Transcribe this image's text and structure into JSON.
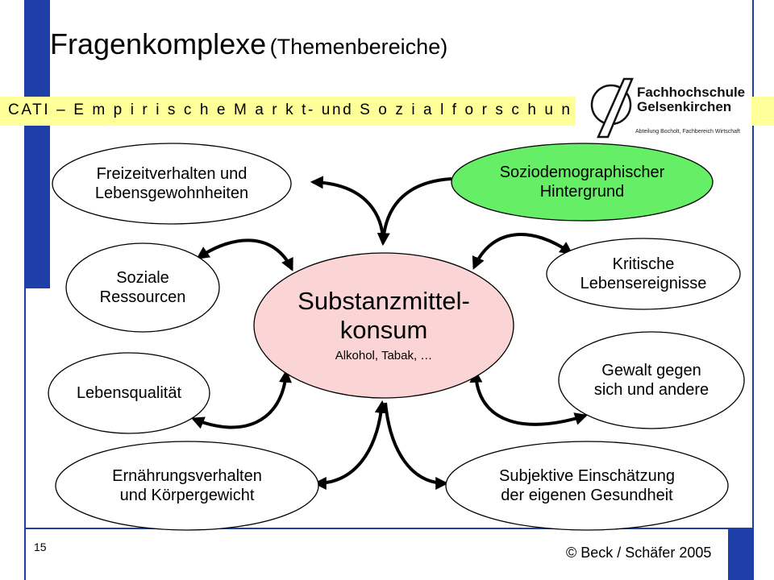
{
  "slide": {
    "title": "Fragenkomplexe",
    "title_sub": "(Themenbereiche)",
    "band_text": "CATI – E m p i r i s c h e  M a r k t- und S o z i a l f o r s c h u n g",
    "page_number": "15",
    "copyright": "© Beck / Schäfer 2005"
  },
  "logo": {
    "name_line1": "Fachhochschule",
    "name_line2": "Gelsenkirchen",
    "department": "Abteilung Bocholt, Fachbereich Wirtschaft"
  },
  "center": {
    "label": "Substanzmittel-\nkonsum",
    "sublabel": "Alkohol, Tabak, …"
  },
  "nodes": {
    "freizeit": "Freizeitverhalten und\nLebensgewohnheiten",
    "sozio": "Soziodemographischer\nHintergrund",
    "soziale": "Soziale\nRessourcen",
    "kritische": "Kritische\nLebensereignisse",
    "lebensqualitaet": "Lebensqualität",
    "gewalt": "Gewalt gegen\nsich und andere",
    "ernaehrung": "Ernährungsverhalten\nund Körpergewicht",
    "subjektive": "Subjektive Einschätzung\nder eigenen Gesundheit"
  },
  "colors": {
    "brand_blue": "#1f3fa8",
    "band_yellow": "#ffff99",
    "center_fill": "#fbd5d5",
    "sozio_fill": "#66ee66"
  }
}
